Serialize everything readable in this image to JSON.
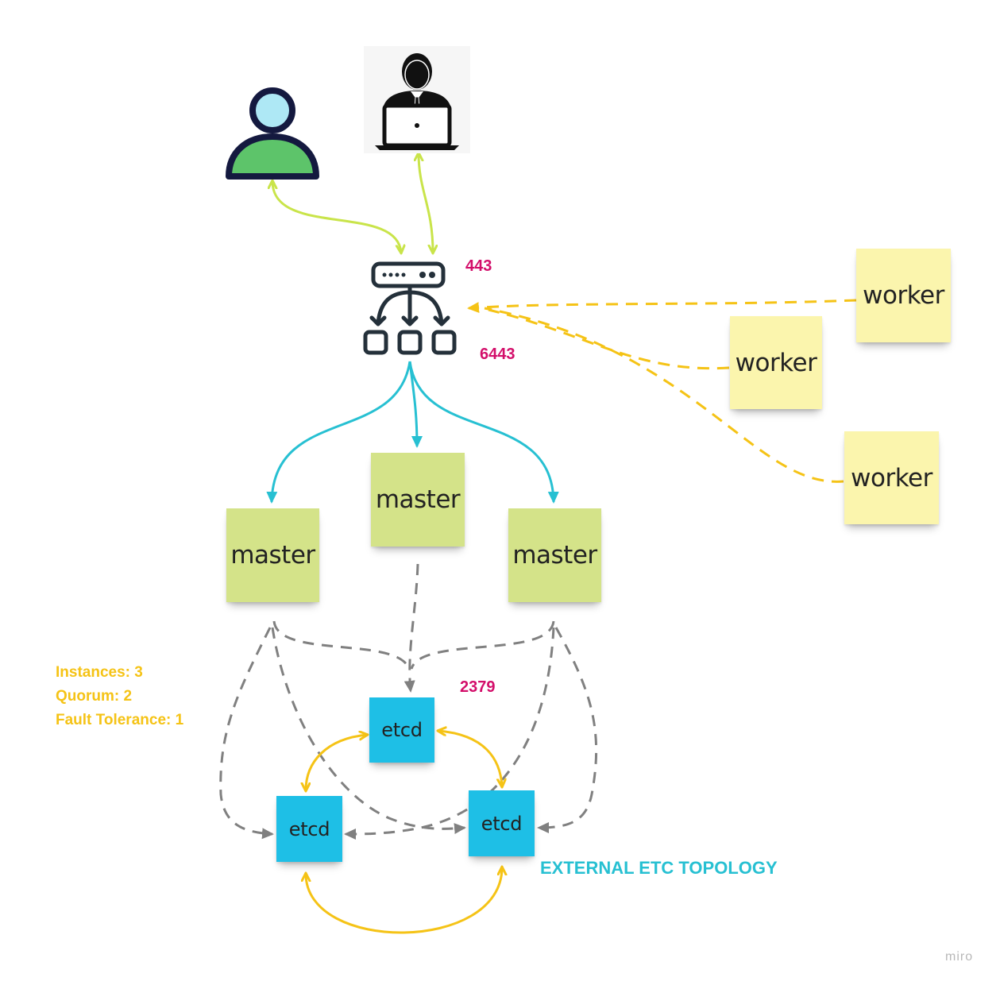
{
  "diagram": {
    "masters": [
      {
        "label": "master"
      },
      {
        "label": "master"
      },
      {
        "label": "master"
      }
    ],
    "workers": [
      {
        "label": "worker"
      },
      {
        "label": "worker"
      },
      {
        "label": "worker"
      }
    ],
    "etcd_nodes": [
      {
        "label": "etcd"
      },
      {
        "label": "etcd"
      },
      {
        "label": "etcd"
      }
    ],
    "ports": {
      "https": "443",
      "api": "6443",
      "etcd": "2379"
    },
    "cluster_info": {
      "instances": "Instances: 3",
      "quorum": "Quorum: 2",
      "fault_tolerance": "Fault Tolerance: 1"
    },
    "topology_label": "EXTERNAL ETC TOPOLOGY",
    "watermark": "miro",
    "icons": {
      "user": "user-icon",
      "admin": "admin-laptop-icon",
      "load_balancer": "load-balancer-icon"
    },
    "colors": {
      "client_arrows": "#c9e44a",
      "lb_to_master_arrows": "#27c0d2",
      "worker_links": "#f5c316",
      "etcd_peer_links": "#f5c316",
      "master_to_etcd_links": "#808080",
      "port_labels": "#d30e6a",
      "master_sticky": "#d4e389",
      "worker_sticky": "#fbf5ad",
      "etcd_sticky": "#1ebfe6"
    }
  }
}
